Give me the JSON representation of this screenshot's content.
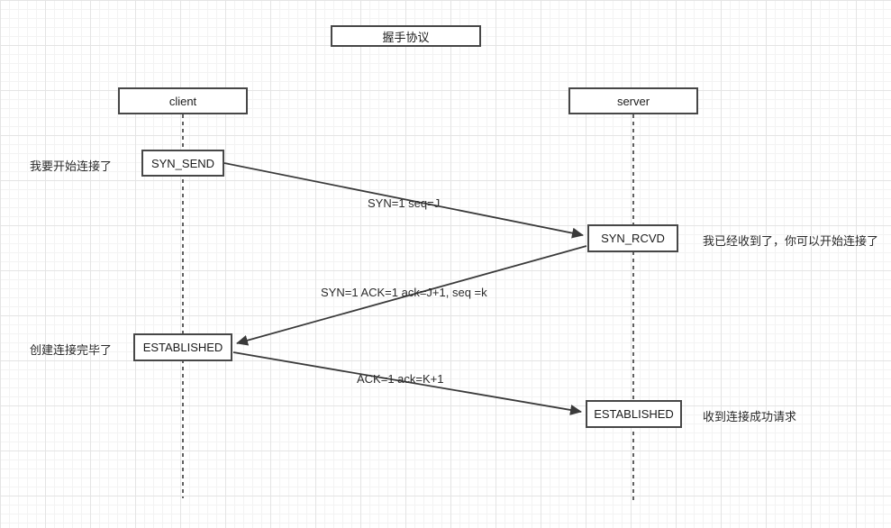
{
  "title": "握手协议",
  "actors": {
    "client": "client",
    "server": "server"
  },
  "states": {
    "syn_send": "SYN_SEND",
    "syn_rcvd": "SYN_RCVD",
    "client_established": "ESTABLISHED",
    "server_established": "ESTABLISHED"
  },
  "messages": {
    "syn": "SYN=1 seq=J",
    "syn_ack": "SYN=1 ACK=1 ack=J+1, seq =k",
    "ack": "ACK=1 ack=K+1"
  },
  "annotations": {
    "client_start": "我要开始连接了",
    "server_received": "我已经收到了，你可以开始连接了",
    "client_done": "创建连接完毕了",
    "server_success": "收到连接成功请求"
  },
  "colors": {
    "stroke": "#3f3f3f",
    "grid_minor": "#f3f3f3",
    "grid_major": "#e4e4e4",
    "box_border": "#474747",
    "background": "#ffffff"
  }
}
